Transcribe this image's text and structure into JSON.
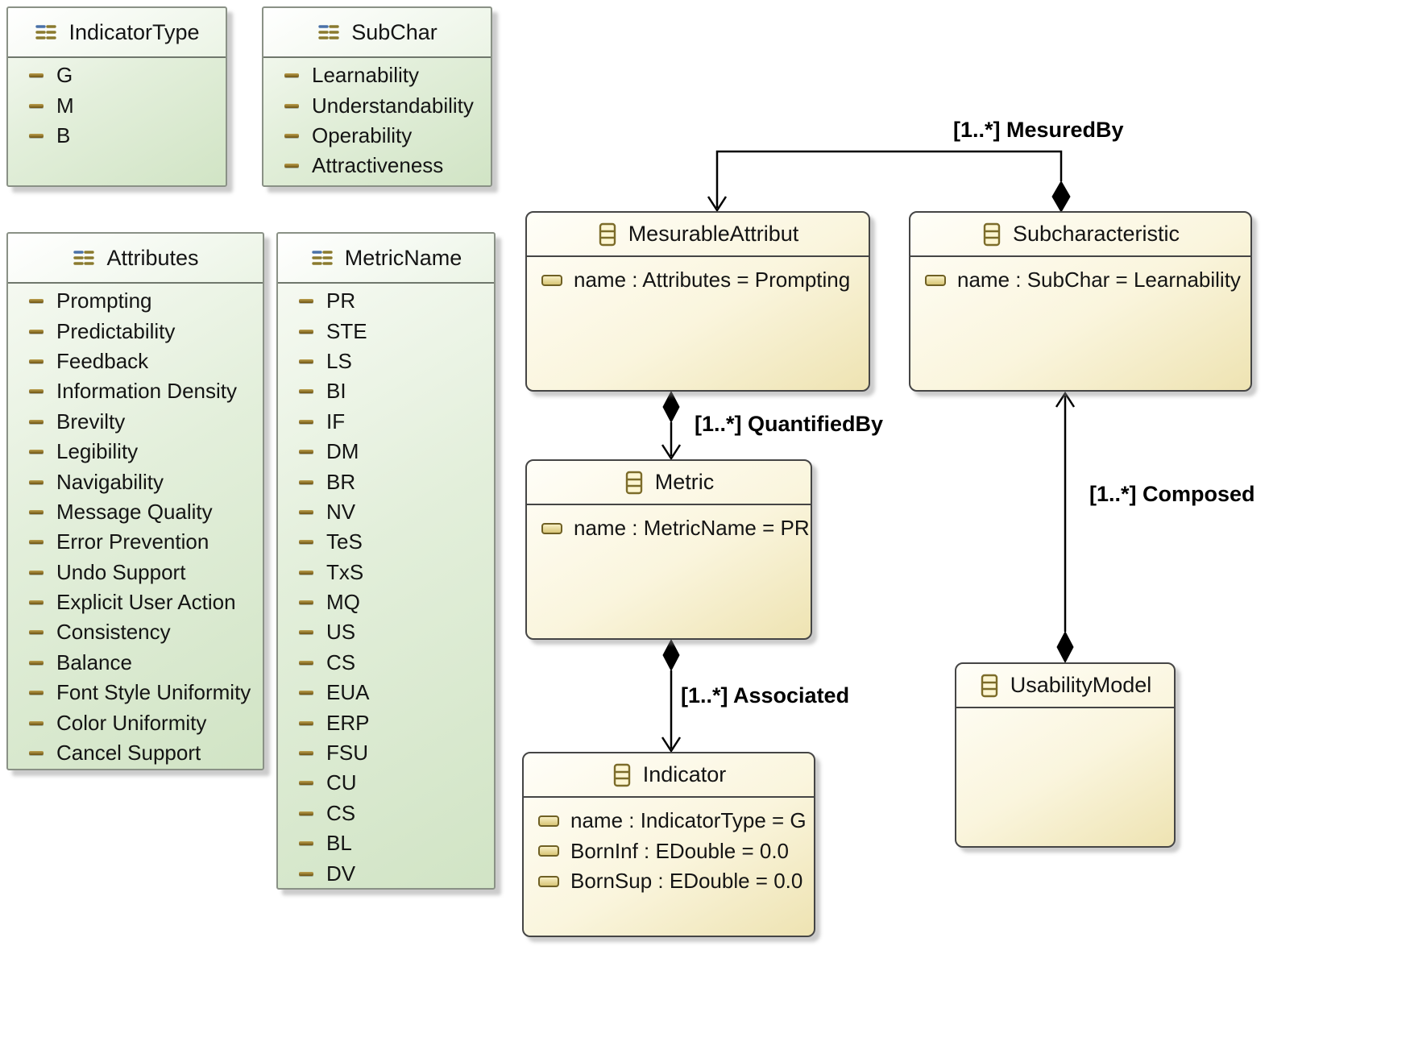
{
  "diagram": {
    "enums": [
      {
        "name": "IndicatorType",
        "literals": [
          "G",
          "M",
          "B"
        ]
      },
      {
        "name": "SubChar",
        "literals": [
          "Learnability",
          "Understandability",
          "Operability",
          "Attractiveness"
        ]
      },
      {
        "name": "Attributes",
        "literals": [
          "Prompting",
          "Predictability",
          "Feedback",
          "Information Density",
          "Brevilty",
          "Legibility",
          "Navigability",
          "Message Quality",
          "Error Prevention",
          "Undo Support",
          "Explicit User Action",
          "Consistency",
          "Balance",
          "Font Style Uniformity",
          "Color Uniformity",
          "Cancel Support"
        ]
      },
      {
        "name": "MetricName",
        "literals": [
          "PR",
          "STE",
          "LS",
          "BI",
          "IF",
          "DM",
          "BR",
          "NV",
          "TeS",
          "TxS",
          "MQ",
          "US",
          "CS",
          "EUA",
          "ERP",
          "FSU",
          "CU",
          "CS",
          "BL",
          "DV"
        ]
      }
    ],
    "classes": [
      {
        "name": "MesurableAttribut",
        "attributes": [
          "name : Attributes = Prompting"
        ]
      },
      {
        "name": "Subcharacteristic",
        "attributes": [
          "name : SubChar = Learnability"
        ]
      },
      {
        "name": "Metric",
        "attributes": [
          "name : MetricName = PR"
        ]
      },
      {
        "name": "Indicator",
        "attributes": [
          "name : IndicatorType = G",
          "BornInf : EDouble = 0.0",
          "BornSup : EDouble = 0.0"
        ]
      },
      {
        "name": "UsabilityModel",
        "attributes": []
      }
    ],
    "relations": [
      {
        "label": "[1..*] MesuredBy"
      },
      {
        "label": "[1..*] QuantifiedBy"
      },
      {
        "label": "[1..*] Associated"
      },
      {
        "label": "[1..*] Composed"
      }
    ],
    "colors": {
      "enum_fill_light": "#f8fbf5",
      "enum_fill_dark": "#d1e4c5",
      "class_fill_light": "#fffef8",
      "class_fill_dark": "#eee3b2",
      "line": "#000000"
    }
  }
}
